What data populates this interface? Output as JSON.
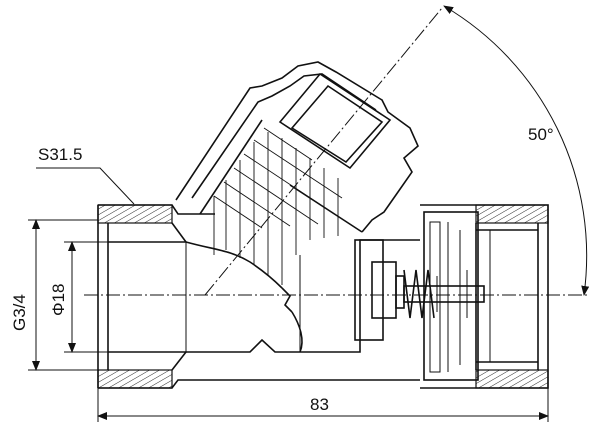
{
  "drawing": {
    "labels": {
      "angle": "50°",
      "hex_size": "S31.5",
      "thread": "G3/4",
      "bore_diameter": "Φ18",
      "overall_length": "83"
    },
    "line_color": "#111111",
    "background": "#ffffff"
  }
}
